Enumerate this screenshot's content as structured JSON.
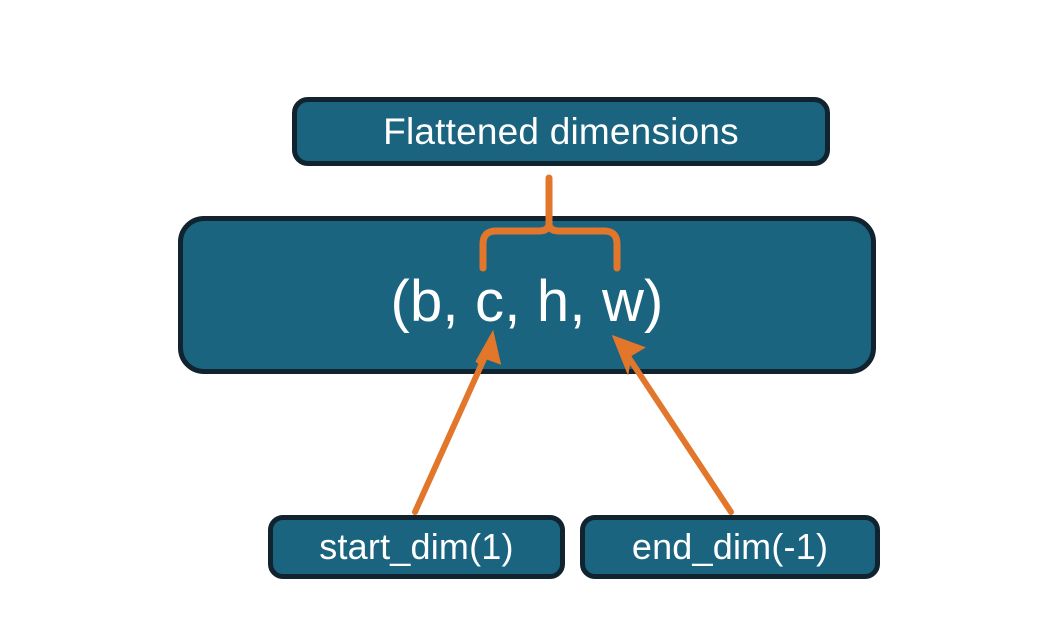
{
  "diagram": {
    "title": "Flattened dimensions",
    "background_color": "#ffffff",
    "node_fill_color": "#1b6480",
    "node_border_color": "#10232e",
    "node_text_color": "#ffffff",
    "connector_color": "#e2762b",
    "nodes": [
      {
        "id": "flattened",
        "label": "Flattened dimensions"
      },
      {
        "id": "shape",
        "label": "(b, c, h, w)"
      },
      {
        "id": "start_dim",
        "label": "start_dim(1)"
      },
      {
        "id": "end_dim",
        "label": "end_dim(-1)"
      }
    ],
    "connectors": [
      {
        "id": "brace",
        "type": "curly-brace",
        "from": "shape",
        "to": "flattened"
      },
      {
        "id": "start-arrow",
        "type": "arrow",
        "from": "start_dim",
        "to": "shape"
      },
      {
        "id": "end-arrow",
        "type": "arrow",
        "from": "end_dim",
        "to": "shape"
      }
    ]
  }
}
